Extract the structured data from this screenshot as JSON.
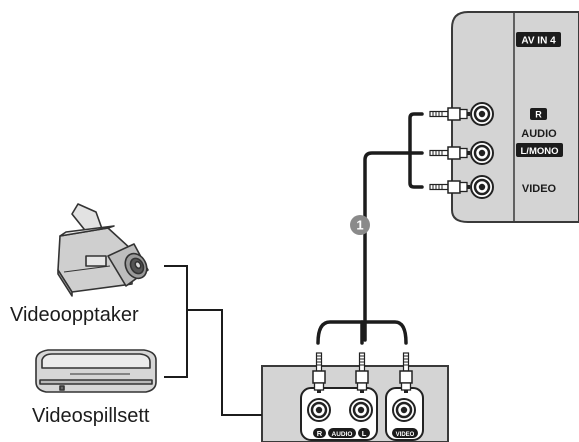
{
  "tv_panel": {
    "input_name": "AV IN 4",
    "audio_r_badge": "R",
    "audio_label": "AUDIO",
    "mono_badge": "L/MONO",
    "video_label": "VIDEO"
  },
  "step_marker": "1",
  "devices": {
    "camcorder_label": "Videoopptaker",
    "player_label": "Videospillsett"
  },
  "device_jacks": {
    "r_badge": "R",
    "audio_badge": "AUDIO",
    "l_badge": "L",
    "video_badge": "VIDEO"
  },
  "colors": {
    "panel_fill": "#d4d4d4",
    "panel_stroke": "#3a3a3a",
    "cable": "#1c1c1c",
    "badge_fill": "#1c1c1c",
    "marker_fill": "#8a8a8a"
  }
}
